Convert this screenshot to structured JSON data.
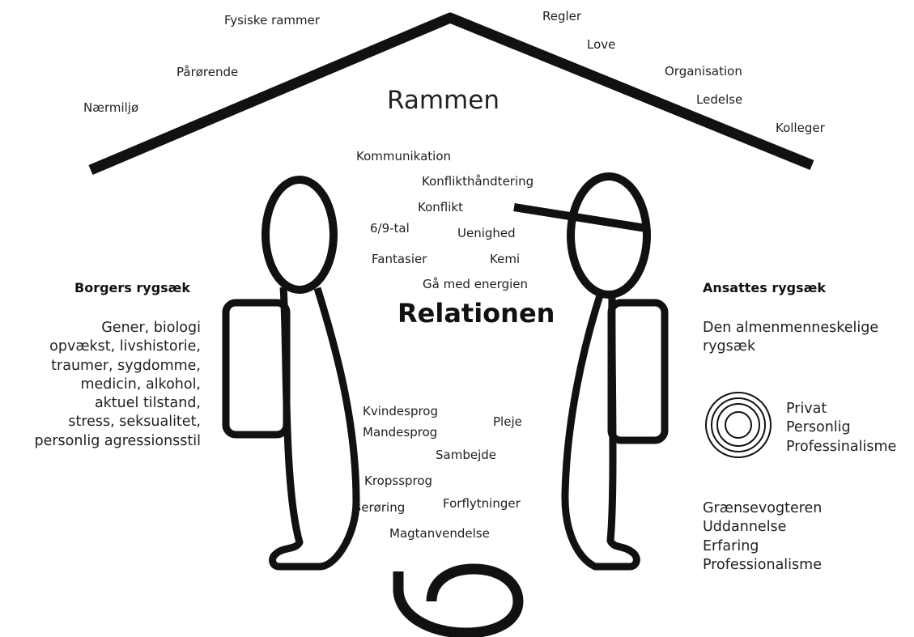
{
  "frame": {
    "title": "Rammen",
    "items": [
      "Fysiske rammer",
      "Pårørende",
      "Nærmiljø",
      "Regler",
      "Love",
      "Organisation",
      "Ledelse",
      "Kolleger"
    ]
  },
  "relation": {
    "title": "Relationen",
    "upper_words": [
      "Kommunikation",
      "Konflikthåndtering",
      "Konflikt",
      "6/9-tal",
      "Uenighed",
      "Fantasier",
      "Kemi",
      "Gå med energien"
    ],
    "lower_words": [
      "Kvindesprog",
      "Mandesprog",
      "Pleje",
      "Sambejde",
      "Kropssprog",
      "Berøring",
      "Forflytninger",
      "Magtanvendelse"
    ]
  },
  "citizen": {
    "heading": "Borgers rygsæk",
    "lines": [
      "Gener, biologi",
      "opvækst, livshistorie,",
      "traumer, sygdomme,",
      "medicin, alkohol,",
      "aktuel tilstand,",
      "stress, seksualitet,",
      "personlig agressionsstil"
    ]
  },
  "staff": {
    "heading": "Ansattes rygsæk",
    "intro_lines": [
      "Den almenmenneskelige",
      "rygsæk"
    ],
    "circle_labels": [
      "Privat",
      "Personlig",
      "Professinalisme"
    ],
    "bottom_lines": [
      "Grænsevogteren",
      "Uddannelse",
      "Erfaring",
      "Professionalisme"
    ]
  },
  "colors": {
    "ink": "#111111",
    "text": "#1f1f1f",
    "background": "#ffffff"
  },
  "icons": [
    "roof-shape",
    "left-person-figure",
    "right-person-figure",
    "left-backpack",
    "right-backpack",
    "concentric-circles-icon",
    "six-nine-symbol"
  ]
}
